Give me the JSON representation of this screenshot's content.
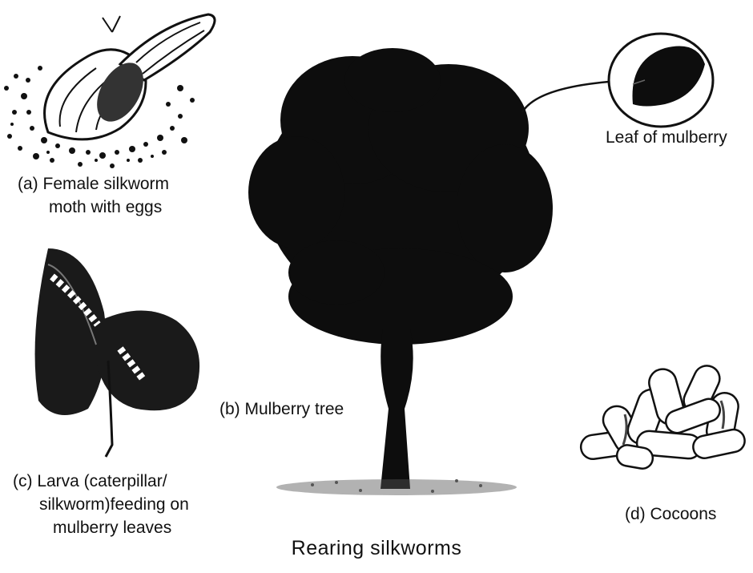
{
  "panels": {
    "a": {
      "line1": "(a) Female silkworm",
      "line2": "moth with eggs",
      "illustration": "silkworm-moth-with-eggs"
    },
    "b": {
      "label": "(b) Mulberry tree",
      "illustration": "mulberry-tree"
    },
    "leaf": {
      "label": "Leaf of mulberry",
      "illustration": "mulberry-leaf"
    },
    "c": {
      "line1": "(c) Larva (caterpillar/",
      "line2": "silkworm)feeding on",
      "line3": "mulberry leaves",
      "illustration": "larva-on-leaves"
    },
    "d": {
      "label": "(d) Cocoons",
      "illustration": "cocoons"
    }
  },
  "title": "Rearing silkworms",
  "colors": {
    "ink": "#111111",
    "shade": "#555555",
    "paper": "#ffffff"
  }
}
